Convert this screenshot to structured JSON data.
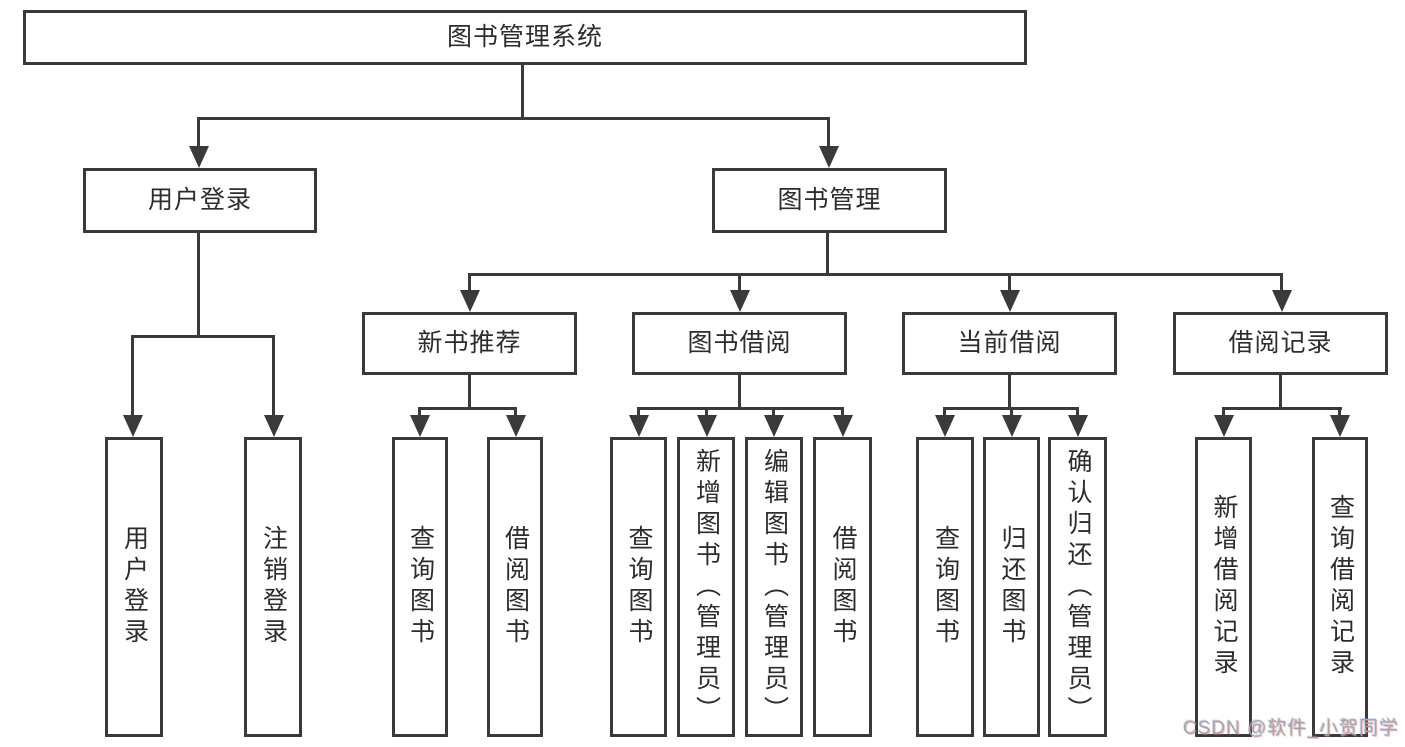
{
  "diagram_type": "hierarchy-tree",
  "colors": {
    "line": "#3a3a3a",
    "box_border": "#3a3a3a",
    "text": "#2d2d2d",
    "background": "#ffffff",
    "watermark": "#a6a6a6"
  },
  "tree": {
    "label": "图书管理系统",
    "children": [
      {
        "label": "用户登录",
        "children": [
          {
            "label": "用户登录"
          },
          {
            "label": "注销登录"
          }
        ]
      },
      {
        "label": "图书管理",
        "children": [
          {
            "label": "新书推荐",
            "children": [
              {
                "label": "查询图书"
              },
              {
                "label": "借阅图书"
              }
            ]
          },
          {
            "label": "图书借阅",
            "children": [
              {
                "label": "查询图书"
              },
              {
                "label": "新增图书（管理员）"
              },
              {
                "label": "编辑图书（管理员）"
              },
              {
                "label": "借阅图书"
              }
            ]
          },
          {
            "label": "当前借阅",
            "children": [
              {
                "label": "查询图书"
              },
              {
                "label": "归还图书"
              },
              {
                "label": "确认归还（管理员）"
              }
            ]
          },
          {
            "label": "借阅记录",
            "children": [
              {
                "label": "新增借阅记录"
              },
              {
                "label": "查询借阅记录"
              }
            ]
          }
        ]
      }
    ]
  },
  "watermark": {
    "text": "CSDN @软件_小贺同学"
  }
}
